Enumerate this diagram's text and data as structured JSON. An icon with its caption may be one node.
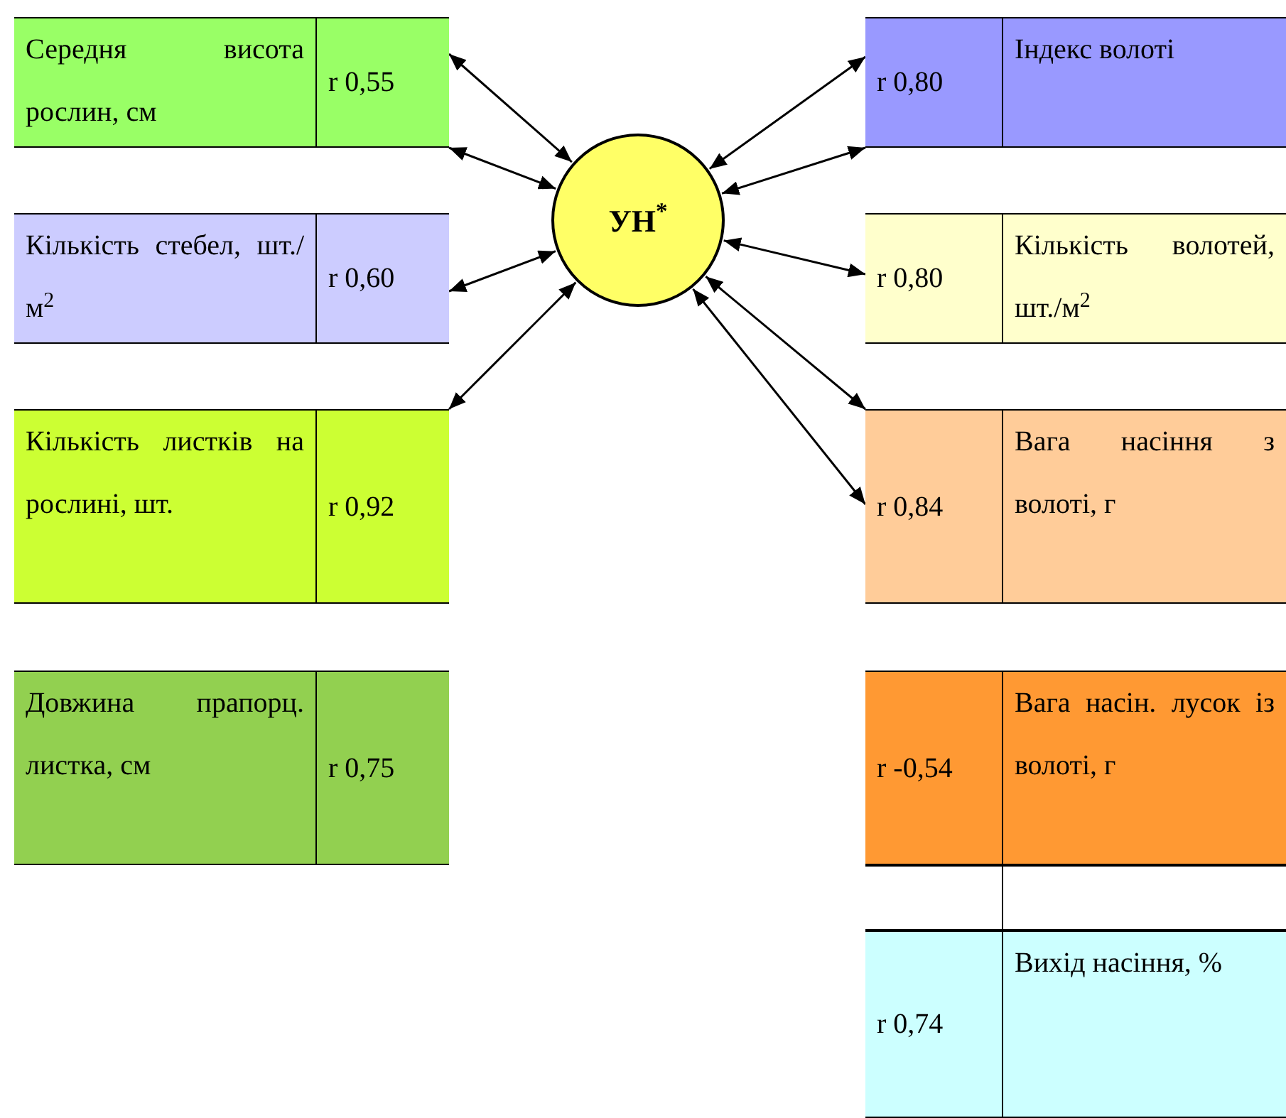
{
  "diagram": {
    "nodes": [
      {
        "text": [
          "УН$^{*}$"
        ]
      },
      {
        "text": [
          "Середня висота рослин, см",
          "r 0,55"
        ]
      },
      {
        "text": [
          "Кількість стебел, шт./м$^{2}$",
          "r 0,60"
        ]
      },
      {
        "text": [
          "Кількість листків на рослині, шт.",
          "r 0,92"
        ]
      },
      {
        "text": [
          "Довжина прапорц. листка, см",
          "r 0,75"
        ]
      },
      {
        "text": [
          "r 0,80",
          "Індекс волоті"
        ]
      },
      {
        "text": [
          "r 0,80",
          "Кількість волотей, шт./м$^{2}$"
        ]
      },
      {
        "text": [
          "r 0,84",
          "Вага насіння з волоті, г"
        ]
      },
      {
        "text": [
          "r -0,54",
          "Вага насін. лусок із волоті, г"
        ]
      },
      {
        "text": [],
        "shape": "box"
      },
      {
        "text": [
          "r 0,74",
          "Вихід насіння, %"
        ]
      }
    ],
    "edges": [
      {
        "from": 0,
        "to": 1,
        "arrow": "both"
      },
      {
        "from": 0,
        "to": 1,
        "arrow": "both"
      },
      {
        "from": 0,
        "to": 2,
        "arrow": "both"
      },
      {
        "from": 0,
        "to": 3,
        "arrow": "both"
      },
      {
        "from": 0,
        "to": 5,
        "arrow": "both"
      },
      {
        "from": 0,
        "to": 5,
        "arrow": "both"
      },
      {
        "from": 0,
        "to": 6,
        "arrow": "both"
      },
      {
        "from": 0,
        "to": 7,
        "arrow": "both"
      },
      {
        "from": 0,
        "to": 7,
        "arrow": "both"
      }
    ]
  }
}
